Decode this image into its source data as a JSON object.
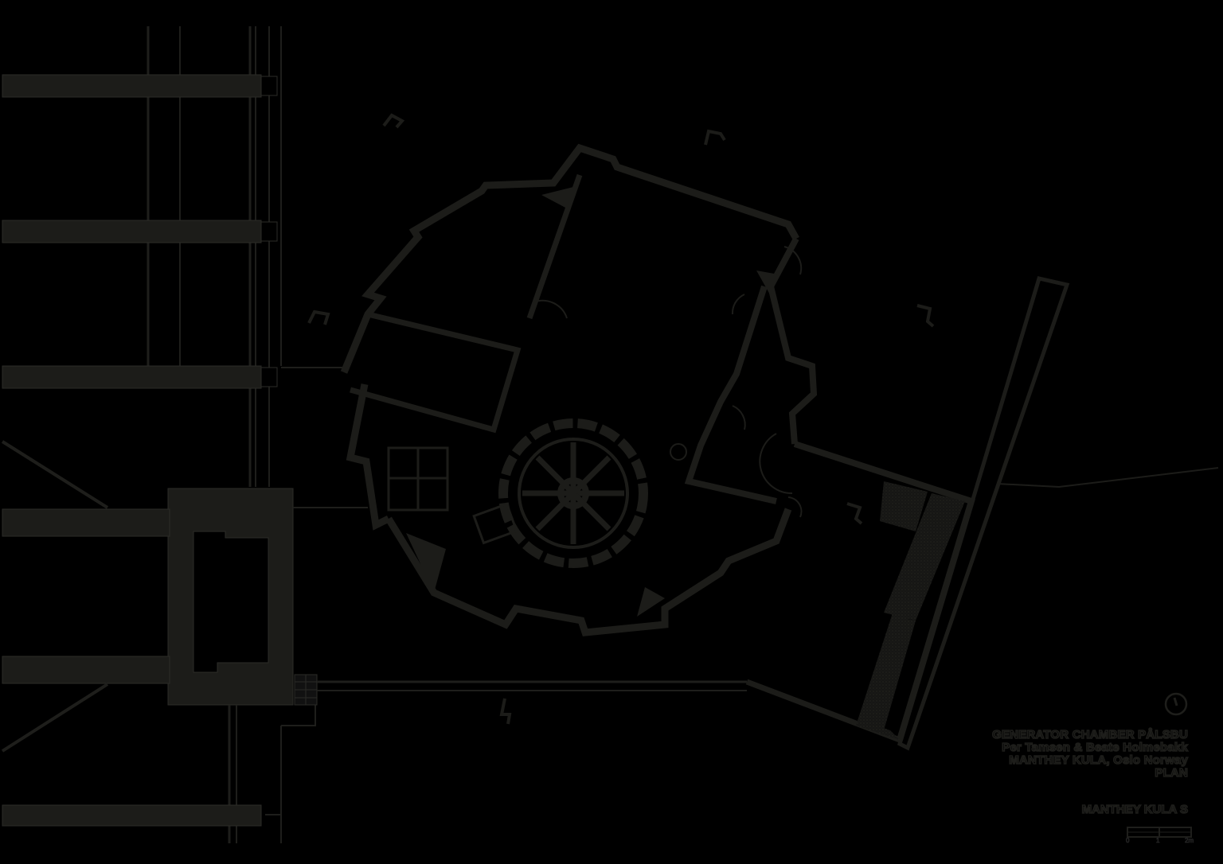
{
  "drawing": {
    "type": "architectural-floor-plan",
    "background": "#000000",
    "line_color": "#1c1c19",
    "hatch_color": "#1a1a17"
  },
  "title_block": {
    "project": "GENERATOR CHAMBER PÅLSBU",
    "architects": "Per Tamsen & Beate Holmebakk",
    "office": "MANTHEY KULA, Oslo Norway",
    "drawing_title": "PLAN"
  },
  "sheet_label": "MANTHEY KULA S",
  "scale_bar": {
    "labels": [
      "0",
      "1",
      "2m"
    ]
  },
  "north_arrow": {
    "icon": "north-arrow-icon"
  },
  "section_markers": [
    {
      "name": "section-marker-top-left"
    },
    {
      "name": "section-marker-top-right"
    },
    {
      "name": "section-marker-left"
    },
    {
      "name": "section-marker-right"
    },
    {
      "name": "section-marker-inner"
    },
    {
      "name": "section-marker-bottom"
    }
  ]
}
